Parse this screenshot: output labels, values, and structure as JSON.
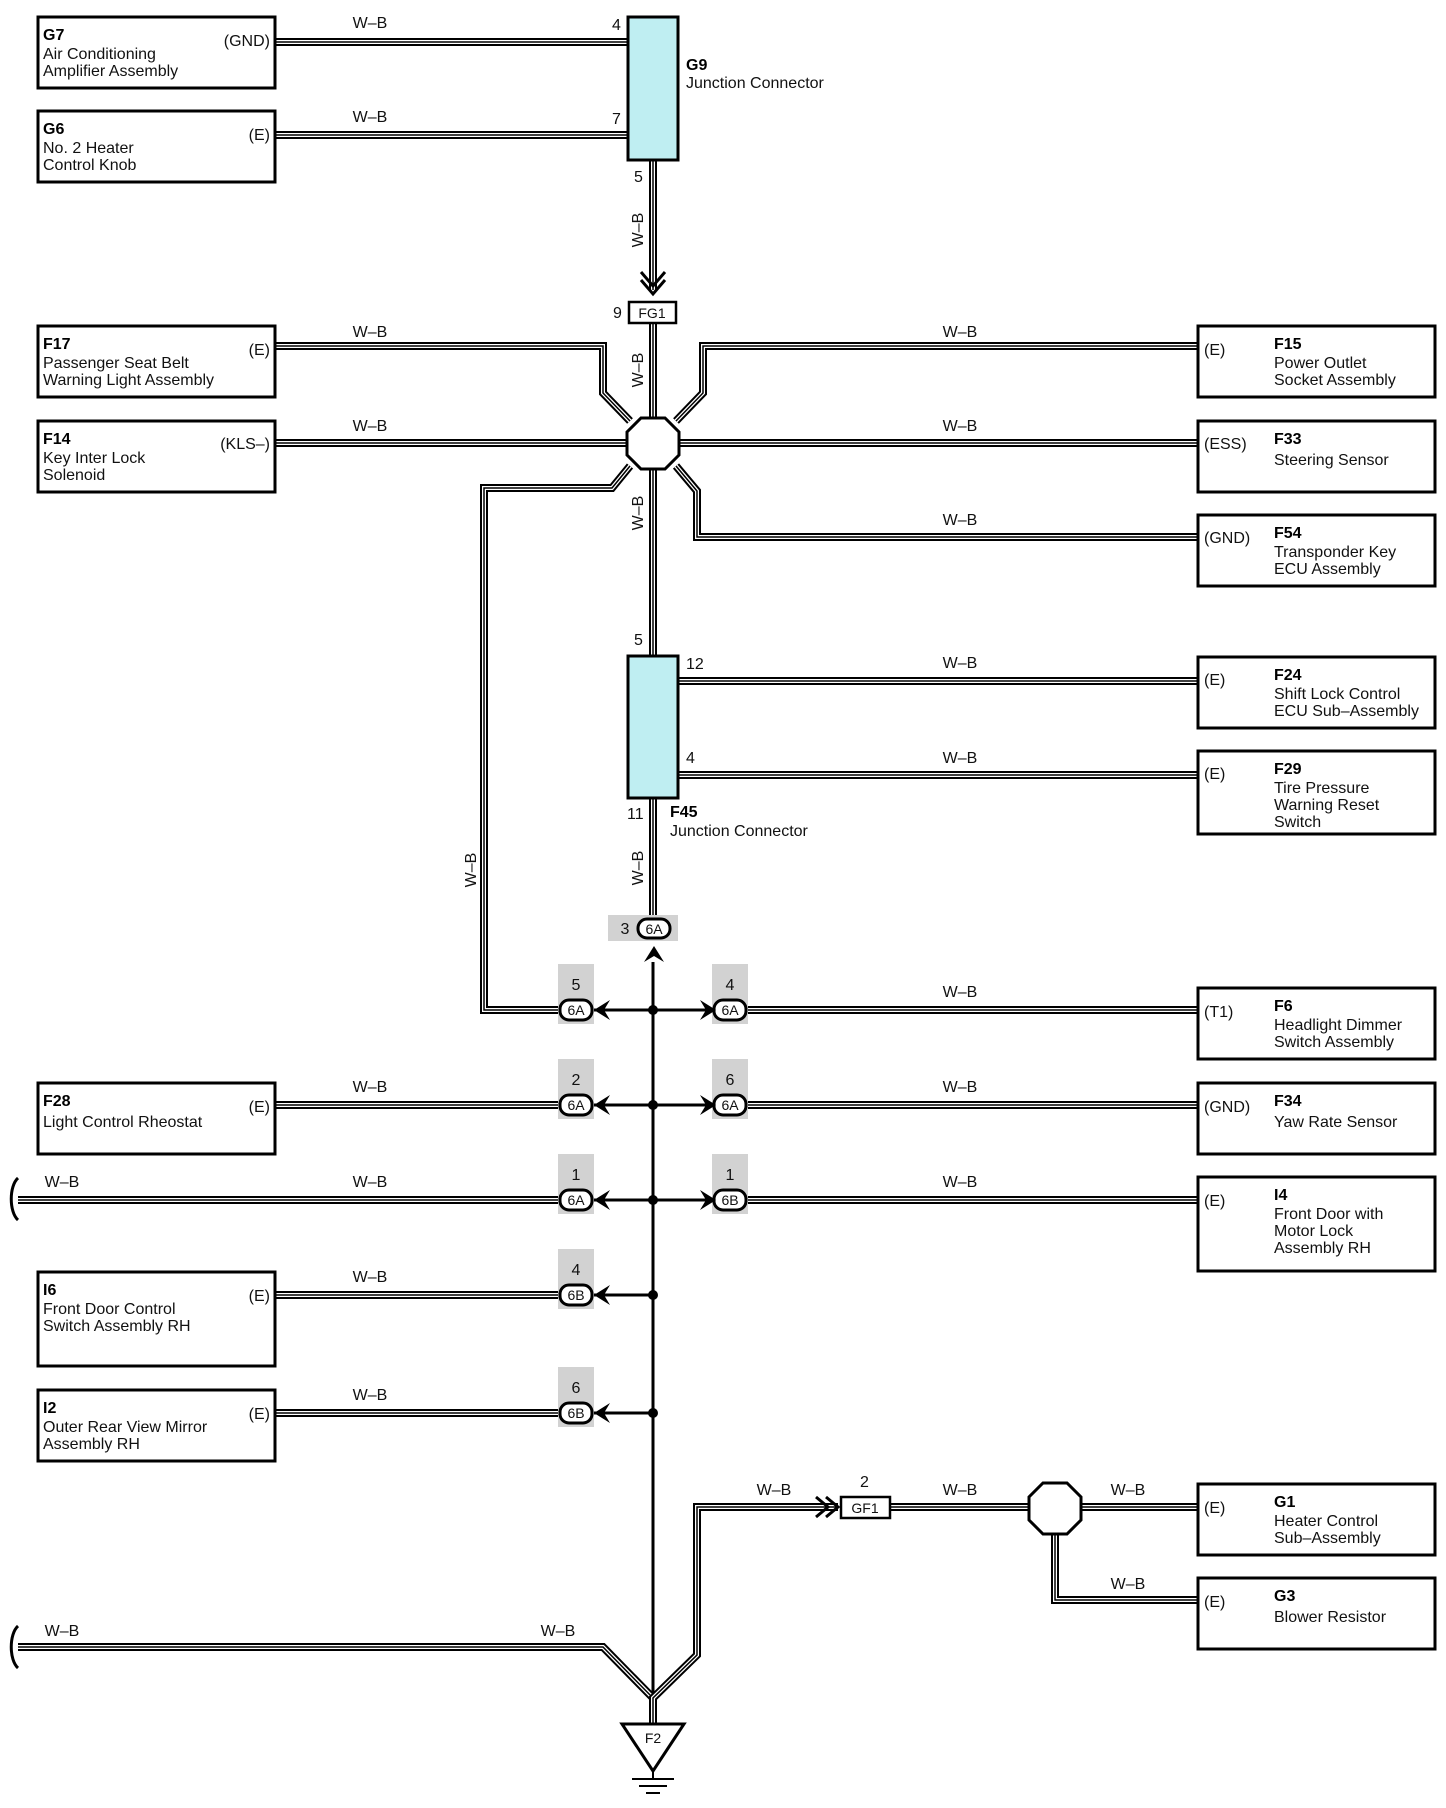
{
  "wire_color": "W–B",
  "colors": {
    "junction_fill": "#bfeef2",
    "pin_bg": "#d2d2d2",
    "wire": "#000000",
    "paper": "#ffffff"
  },
  "components": {
    "G7": {
      "code": "G7",
      "name": [
        "Air Conditioning",
        "Amplifier Assembly"
      ],
      "terminal": "(GND)"
    },
    "G6": {
      "code": "G6",
      "name": [
        "No. 2 Heater",
        "Control Knob"
      ],
      "terminal": "(E)"
    },
    "F17": {
      "code": "F17",
      "name": [
        "Passenger Seat Belt",
        "Warning Light Assembly"
      ],
      "terminal": "(E)"
    },
    "F14": {
      "code": "F14",
      "name": [
        "Key Inter Lock",
        "Solenoid"
      ],
      "terminal": "(KLS–)"
    },
    "F15": {
      "code": "F15",
      "name": [
        "Power Outlet",
        "Socket Assembly"
      ],
      "terminal": "(E)"
    },
    "F33": {
      "code": "F33",
      "name": [
        "Steering Sensor"
      ],
      "terminal": "(ESS)"
    },
    "F54": {
      "code": "F54",
      "name": [
        "Transponder Key",
        "ECU Assembly"
      ],
      "terminal": "(GND)"
    },
    "F24": {
      "code": "F24",
      "name": [
        "Shift Lock Control",
        "ECU Sub–Assembly"
      ],
      "terminal": "(E)"
    },
    "F29": {
      "code": "F29",
      "name": [
        "Tire Pressure",
        "Warning Reset",
        "Switch"
      ],
      "terminal": "(E)"
    },
    "F6": {
      "code": "F6",
      "name": [
        "Headlight Dimmer",
        "Switch Assembly"
      ],
      "terminal": "(T1)"
    },
    "F28": {
      "code": "F28",
      "name": [
        "Light Control Rheostat"
      ],
      "terminal": "(E)"
    },
    "F34": {
      "code": "F34",
      "name": [
        "Yaw Rate Sensor"
      ],
      "terminal": "(GND)"
    },
    "I4": {
      "code": "I4",
      "name": [
        "Front Door with",
        "Motor Lock",
        "Assembly RH"
      ],
      "terminal": "(E)"
    },
    "I6": {
      "code": "I6",
      "name": [
        "Front Door Control",
        "Switch Assembly RH"
      ],
      "terminal": "(E)"
    },
    "I2": {
      "code": "I2",
      "name": [
        "Outer Rear View Mirror",
        "Assembly RH"
      ],
      "terminal": "(E)"
    },
    "G1": {
      "code": "G1",
      "name": [
        "Heater Control",
        "Sub–Assembly"
      ],
      "terminal": "(E)"
    },
    "G3": {
      "code": "G3",
      "name": [
        "Blower Resistor"
      ],
      "terminal": "(E)"
    }
  },
  "junctions": {
    "G9": {
      "code": "G9",
      "name": "Junction Connector",
      "pins": {
        "in1": "4",
        "in2": "7",
        "out": "5"
      }
    },
    "F45": {
      "code": "F45",
      "name": "Junction Connector",
      "pins": {
        "top": "5",
        "p12": "12",
        "p4": "4",
        "bottom": "11"
      }
    }
  },
  "connectors": {
    "FG1": {
      "label": "FG1",
      "pin": "9"
    },
    "GF1": {
      "label": "GF1",
      "pin": "2"
    }
  },
  "ground": {
    "label": "F2"
  },
  "inline": {
    "top": {
      "pin": "3",
      "tag": "6A"
    },
    "l1": {
      "pin": "5",
      "tag": "6A"
    },
    "r1": {
      "pin": "4",
      "tag": "6A"
    },
    "l2": {
      "pin": "2",
      "tag": "6A"
    },
    "r2": {
      "pin": "6",
      "tag": "6A"
    },
    "l3": {
      "pin": "1",
      "tag": "6A"
    },
    "r3": {
      "pin": "1",
      "tag": "6B"
    },
    "l4": {
      "pin": "4",
      "tag": "6B"
    },
    "l5": {
      "pin": "6",
      "tag": "6B"
    }
  }
}
